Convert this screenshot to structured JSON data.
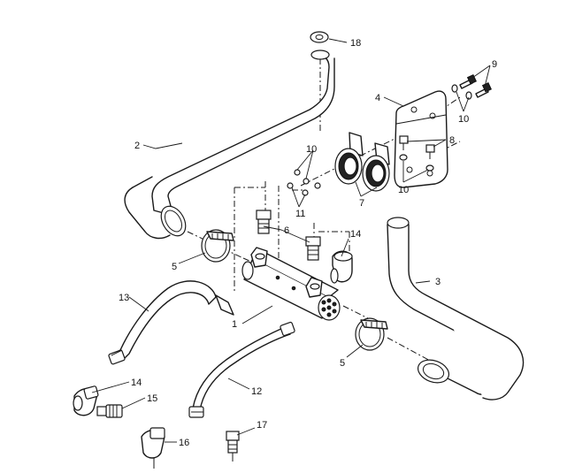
{
  "callouts": {
    "c1": "1",
    "c2": "2",
    "c3": "3",
    "c4": "4",
    "c5a": "5",
    "c5b": "5",
    "c6": "6",
    "c7": "7",
    "c8": "8",
    "c9": "9",
    "c10a": "10",
    "c10b": "10",
    "c10c": "10",
    "c11": "11",
    "c12": "12",
    "c13": "13",
    "c14a": "14",
    "c14b": "14",
    "c15": "15",
    "c16": "16",
    "c17": "17",
    "c18": "18"
  }
}
